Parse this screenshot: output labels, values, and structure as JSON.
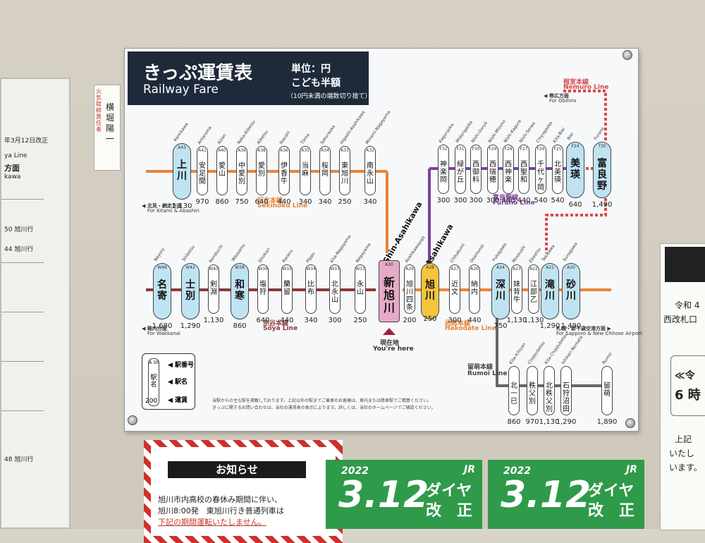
{
  "header": {
    "title_jp": "きっぷ運賃表",
    "title_en": "Railway Fare",
    "unit": "単位：円",
    "child": "こども半額",
    "rounding": "（10円未満の端数切り捨て）"
  },
  "name_card": {
    "role": "火気取締責任者",
    "name": "横堀 陽一"
  },
  "lines": {
    "sekihoku_jp": "石北本線",
    "sekihoku_en": "Sekihoku Line",
    "furano_jp": "富良野線",
    "furano_en": "Furano Line",
    "soya_jp": "宗谷本線",
    "soya_en": "Sōya Line",
    "hakodate_jp": "函館本線",
    "hakodate_en": "Hakodate Line",
    "rumoi_jp": "留萌本線",
    "rumoi_en": "Rumoi Line",
    "nemuro_jp": "根室本線",
    "nemuro_en": "Nemuro Line"
  },
  "directions": {
    "kitami_jp": "◀ 北見・網走方面",
    "kitami_en": "For Kitami & Abashiri",
    "wakkanai_jp": "◀ 稚内方面",
    "wakkanai_en": "For Wakkanai",
    "obihiro_jp": "◀ 帯広方面",
    "obihiro_en": "For Obihiro",
    "sapporo_jp": "札幌・新千歳空港方面 ▶",
    "sapporo_en": "For Sapporo & New Chitose Airport"
  },
  "big_labels": {
    "shin_asahikawa": "Shin-Asahikawa",
    "asahikawa": "Asahikawa",
    "furano": "Furano",
    "kamikawa": "Kamikawa"
  },
  "here": {
    "jp": "現在地",
    "en": "You're here"
  },
  "legend": {
    "station_no": "◀ 駅番号",
    "station_name": "◀ 駅名",
    "fare": "◀ 運賃",
    "code": "A 30",
    "name": "駅名",
    "value": "200"
  },
  "footnote1": "当駅からの主な駅を掲載しております。上記以外の駅までご乗車のお客様は、車内または降車駅でご精算ください。",
  "footnote2": "きっぷに関するお問い合わせは、当社の運賃表の表示によります。詳しくは、当社のホームページでご確認ください。",
  "sekihoku_stations": [
    {
      "code": "A43",
      "jp": "上川",
      "rom": "Kamikawa",
      "fare": "1,130",
      "big": true
    },
    {
      "code": "A41",
      "jp": "安足間",
      "rom": "Antaroma",
      "fare": "970"
    },
    {
      "code": "A40",
      "jp": "愛山",
      "rom": "Aizan",
      "fare": "860"
    },
    {
      "code": "A39",
      "jp": "中愛別",
      "rom": "Naka-Aibetsu",
      "fare": "750"
    },
    {
      "code": "A38",
      "jp": "愛別",
      "rom": "Aibetsu",
      "fare": "640"
    },
    {
      "code": "A36",
      "jp": "伊香牛",
      "rom": "Ikaushi",
      "fare": "440"
    },
    {
      "code": "A35",
      "jp": "当麻",
      "rom": "Tōma",
      "fare": "340"
    },
    {
      "code": "A34",
      "jp": "桜岡",
      "rom": "Sakuraoka",
      "fare": "340"
    },
    {
      "code": "A33",
      "jp": "東旭川",
      "rom": "Higashi-Asahikawa",
      "fare": "250"
    },
    {
      "code": "A32",
      "jp": "南永山",
      "rom": "Minami-Nagayama",
      "fare": "340"
    }
  ],
  "furano_stations": [
    {
      "code": "F32",
      "jp": "神楽岡",
      "rom": "Kaguraoka",
      "fare": "300"
    },
    {
      "code": "F31",
      "jp": "緑が丘",
      "rom": "Midorigaoka",
      "fare": "300"
    },
    {
      "code": "F30",
      "jp": "西御料",
      "rom": "Nishi-Goryō",
      "fare": "300"
    },
    {
      "code": "F29",
      "jp": "西瑞穂",
      "rom": "Nishi-Mizuho",
      "fare": "300"
    },
    {
      "code": "F28",
      "jp": "西神楽",
      "rom": "Nishi-Kagura",
      "fare": "440"
    },
    {
      "code": "F27",
      "jp": "西聖和",
      "rom": "Nishi-Seiwa",
      "fare": "440"
    },
    {
      "code": "F26",
      "jp": "千代ヶ岡",
      "rom": "Chiyogaoka",
      "fare": "540"
    },
    {
      "code": "F25",
      "jp": "北美瑛",
      "rom": "Kita-Biei",
      "fare": "540"
    },
    {
      "code": "F24",
      "jp": "美瑛",
      "rom": "Biei",
      "fare": "640",
      "big": true
    },
    {
      "code": "T30",
      "jp": "富良野",
      "rom": "Furano",
      "fare": "1,490",
      "big": true
    }
  ],
  "soya_stations": [
    {
      "code": "W48",
      "jp": "名寄",
      "rom": "Nayoro",
      "fare": "1,680",
      "big": true
    },
    {
      "code": "W42",
      "jp": "士別",
      "rom": "Shibetsu",
      "fare": "1,290",
      "big": true
    },
    {
      "code": "W40",
      "jp": "剣淵",
      "rom": "Kembuchi",
      "fare": "1,130"
    },
    {
      "code": "W38",
      "jp": "和寒",
      "rom": "Wassamu",
      "fare": "860",
      "big": true
    },
    {
      "code": "W36",
      "jp": "塩狩",
      "rom": "Shiokari",
      "fare": "640"
    },
    {
      "code": "W35",
      "jp": "蘭留",
      "rom": "Rankru",
      "fare": "440"
    },
    {
      "code": "W34",
      "jp": "比布",
      "rom": "Pippu",
      "fare": "340"
    },
    {
      "code": "W33",
      "jp": "北永山",
      "rom": "Kita-Nagayama",
      "fare": "300"
    },
    {
      "code": "W31",
      "jp": "永山",
      "rom": "Nagayama",
      "fare": "250"
    }
  ],
  "center_stations": [
    {
      "code": "A30",
      "jp": "新旭川",
      "rom": "",
      "fare": ""
    },
    {
      "code": "A29",
      "jp": "旭川四条",
      "rom": "Asahikawayojō",
      "fare": "200"
    },
    {
      "code": "A28",
      "jp": "旭川",
      "rom": "",
      "fare": "250"
    }
  ],
  "hakodate_stations": [
    {
      "code": "A27",
      "jp": "近文",
      "rom": "Chikabumi",
      "fare": "300"
    },
    {
      "code": "A26",
      "jp": "納内",
      "rom": "Osamunai",
      "fare": "440"
    },
    {
      "code": "A24",
      "jp": "深川",
      "rom": "Fukagawa",
      "fare": "750",
      "big": true
    },
    {
      "code": "A23",
      "jp": "妹背牛",
      "rom": "Moseushi",
      "fare": "1,130"
    },
    {
      "code": "A22",
      "jp": "江部乙",
      "rom": "Ebeotsu",
      "fare": "1,130"
    },
    {
      "code": "A21",
      "jp": "滝川",
      "rom": "Takikawa",
      "fare": "1,290",
      "big": true
    },
    {
      "code": "A20",
      "jp": "砂川",
      "rom": "Sunagawa",
      "fare": "1,490",
      "big": true
    }
  ],
  "rumoi_stations": [
    {
      "code": "",
      "jp": "北一已",
      "rom": "Kita-Ichiyan",
      "fare": "860"
    },
    {
      "code": "",
      "jp": "秩父別",
      "rom": "Chippubetsu",
      "fare": "970"
    },
    {
      "code": "",
      "jp": "北秩父別",
      "rom": "Kita-Chippubetsu",
      "fare": "1,130"
    },
    {
      "code": "",
      "jp": "石狩沼田",
      "rom": "Ishikari-Numata",
      "fare": "1,290"
    },
    {
      "code": "",
      "jp": "留萌",
      "rom": "Rumoi",
      "fare": "1,890"
    }
  ],
  "notice": {
    "title": "お知らせ",
    "b1": "旭川市内高校の春休み期間に伴い、",
    "b2": "旭川8:00発　東旭川行き普通列車は",
    "b3": "下記の期間運転いたしません。"
  },
  "dia": {
    "year": "2022",
    "date": "3.12",
    "k1": "ダイヤ",
    "k2": "改　正",
    "jr": "JR"
  },
  "right_sign": {
    "s1": "令和 4",
    "s2": "西改札口",
    "s3": "≪令",
    "s4": "6 時",
    "s5": "上記",
    "s6": "いたし",
    "s7": "います。"
  },
  "left_board": {
    "r1": "年3月12日改正",
    "r2": "ya Line",
    "r3": "方面",
    "r4": "kawa",
    "r5": "50 旭川行",
    "r6": "44 旭川行",
    "r7": "48 旭川行"
  },
  "colors": {
    "sekihoku": "#e8843a",
    "furano": "#7b3fa0",
    "soya": "#8a3a3a",
    "hakodate": "#e8843a",
    "rumoi": "#666666",
    "nemuro": "#d9484c"
  }
}
